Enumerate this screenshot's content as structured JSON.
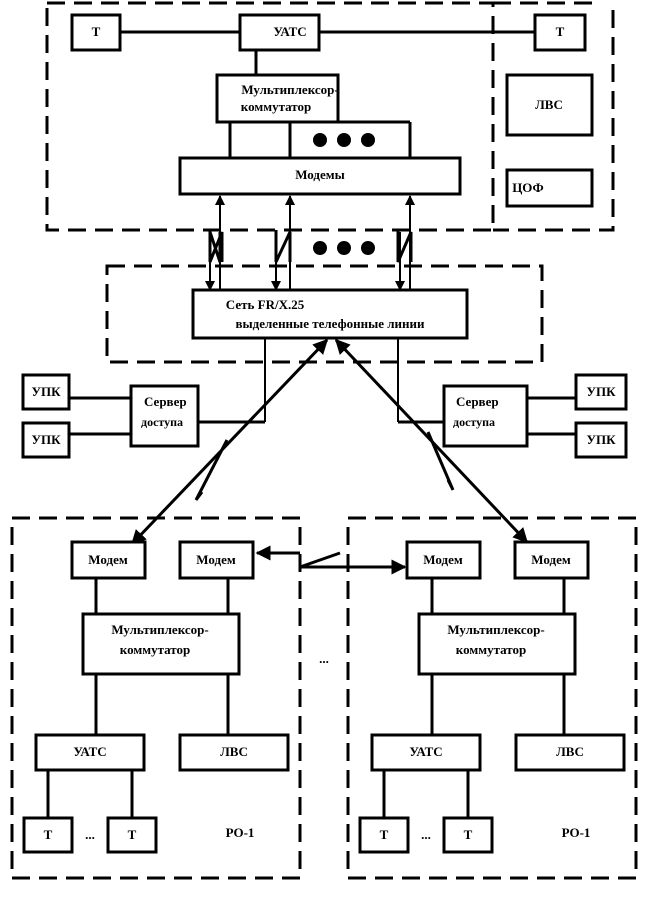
{
  "central_office": {
    "terminal_left": "Т",
    "pbx": "УАТС",
    "terminal_right": "Т",
    "mux_line1": "Мультиплексор-",
    "mux_line2": "коммутатор",
    "modems": "Модемы",
    "lan": "ЛВС",
    "dpc": "ЦОФ"
  },
  "network": {
    "line1": "Сеть FR/X.25",
    "line2": "выделенные телефонные линии"
  },
  "access_left": {
    "server_line1": "Сервер",
    "server_line2": "доступа",
    "upk_top": "УПК",
    "upk_bottom": "УПК"
  },
  "access_right": {
    "server_line1": "Сервер",
    "server_line2": "доступа",
    "upk_top": "УПК",
    "upk_bottom": "УПК"
  },
  "branches": [
    {
      "modem_left": "Модем",
      "modem_right": "Модем",
      "mux_line1": "Мультиплексор-",
      "mux_line2": "коммутатор",
      "pbx": "УАТС",
      "lan": "ЛВС",
      "terminal_first": "Т",
      "terminal_last": "Т",
      "ellipsis": "...",
      "label": "РО-1"
    },
    {
      "modem_left": "Модем",
      "modem_right": "Модем",
      "mux_line1": "Мультиплексор-",
      "mux_line2": "коммутатор",
      "pbx": "УАТС",
      "lan": "ЛВС",
      "terminal_first": "Т",
      "terminal_last": "Т",
      "ellipsis": "...",
      "label": "РО-1"
    }
  ],
  "between_branches_ellipsis": "..."
}
